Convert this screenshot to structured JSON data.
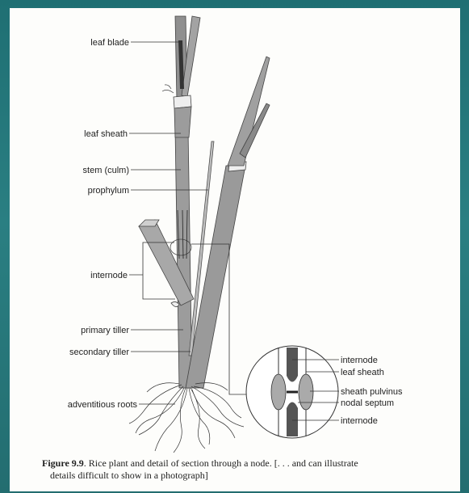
{
  "labels": {
    "leaf_blade": "leaf blade",
    "leaf_sheath": "leaf sheath",
    "stem": "stem (culm)",
    "prophylum": "prophylum",
    "internode": "internode",
    "primary_tiller": "primary tiller",
    "secondary_tiller": "secondary tiller",
    "adventitious_roots": "adventitious roots"
  },
  "detail_labels": {
    "internode_top": "internode",
    "leaf_sheath": "leaf sheath",
    "sheath_pulvinus": "sheath pulvinus",
    "nodal_septum": "nodal septum",
    "internode_bottom": "internode"
  },
  "caption": {
    "figure_label": "Figure 9.9",
    "text_line1": ". Rice plant and detail of section through a node. [. . . and can illustrate",
    "text_line2": "details difficult to show in a photograph]"
  },
  "colors": {
    "plant_fill": "#9a9a9a",
    "plant_dark": "#555555",
    "background_teal": "#2a7f82"
  }
}
